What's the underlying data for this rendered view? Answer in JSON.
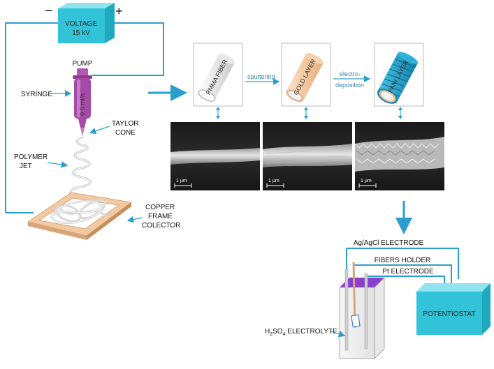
{
  "voltage_box": {
    "minus": "−",
    "plus": "+",
    "line1": "VOLTAGE",
    "line2": "15 kV"
  },
  "left_labels": {
    "pump": "PUMP",
    "syringe": "SYRINGE",
    "syringe_rate": "0.5 ml/h",
    "taylor_1": "TAYLOR",
    "taylor_2": "CONE",
    "jet_1": "POLYMER",
    "jet_2": "JET",
    "copper_1": "COPPER",
    "copper_2": "FRAME",
    "copper_3": "COLECTOR"
  },
  "fibers": {
    "pmma": "PMMA FIBER",
    "gold": "GOLD LAYER",
    "pani": "PANI LAYER",
    "step1": "sputtering",
    "step2_a": "electro-",
    "step2_b": "deposition"
  },
  "sem": {
    "scale_1": "1 µm",
    "scale_2": "1 µm",
    "scale_3": "1 µm"
  },
  "cell": {
    "agcl": "Ag/AgCl ELECTRODE",
    "holder": "FIBERS HOLDER",
    "pt": "Pt ELECTRODE",
    "potentiostat": "POTENTIOSTAT",
    "electrolyte_main": "H",
    "electrolyte_sub1": "2",
    "electrolyte_mid": "SO",
    "electrolyte_sub2": "4",
    "electrolyte_tail": " ELECTROLYTE"
  },
  "colors": {
    "accent": "#2a9fcf",
    "box": "#33c3d9",
    "syringe": "#a54aa6",
    "copper": "#f2c9a3",
    "pani": "#1e9fc9",
    "gold": "#f5c9a0",
    "holder": "#8a3fd1"
  }
}
